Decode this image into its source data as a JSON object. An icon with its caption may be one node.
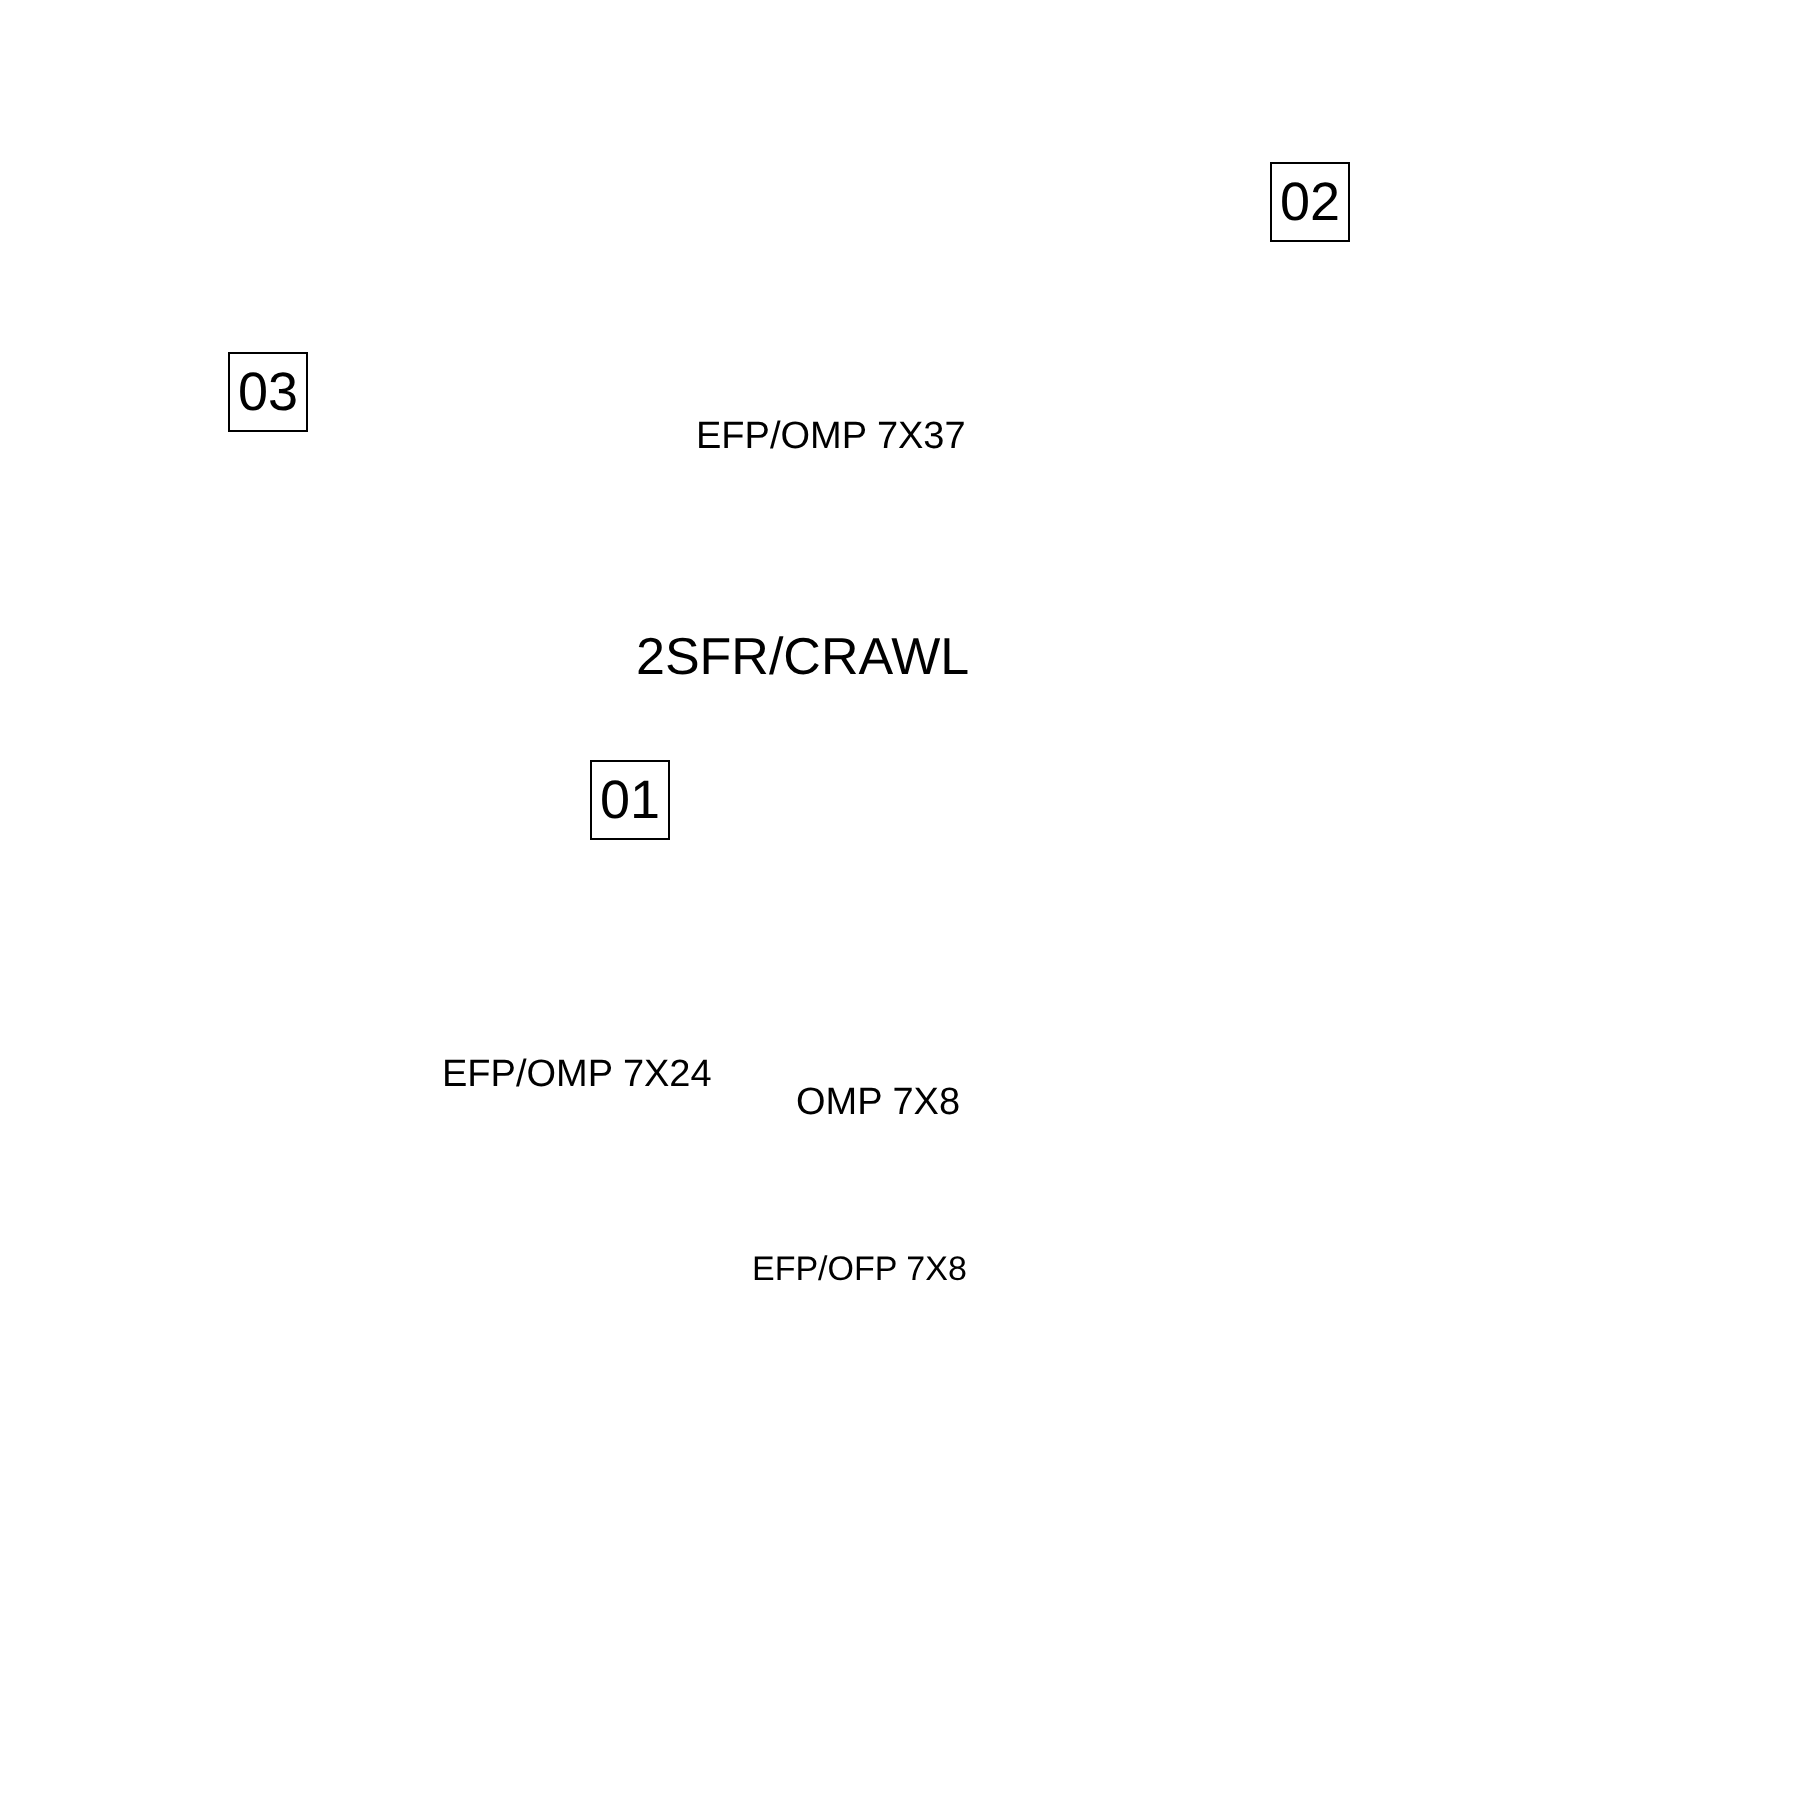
{
  "diagram": {
    "nodes": [
      {
        "text": [
          "02"
        ]
      },
      {
        "text": [
          "03"
        ]
      },
      {
        "text": [
          "01"
        ]
      }
    ],
    "labels": [
      "EFP/OMP 7X37",
      "2SFR/CRAWL",
      "EFP/OMP 7X24",
      "OMP 7X8",
      "EFP/OFP 7X8"
    ]
  }
}
